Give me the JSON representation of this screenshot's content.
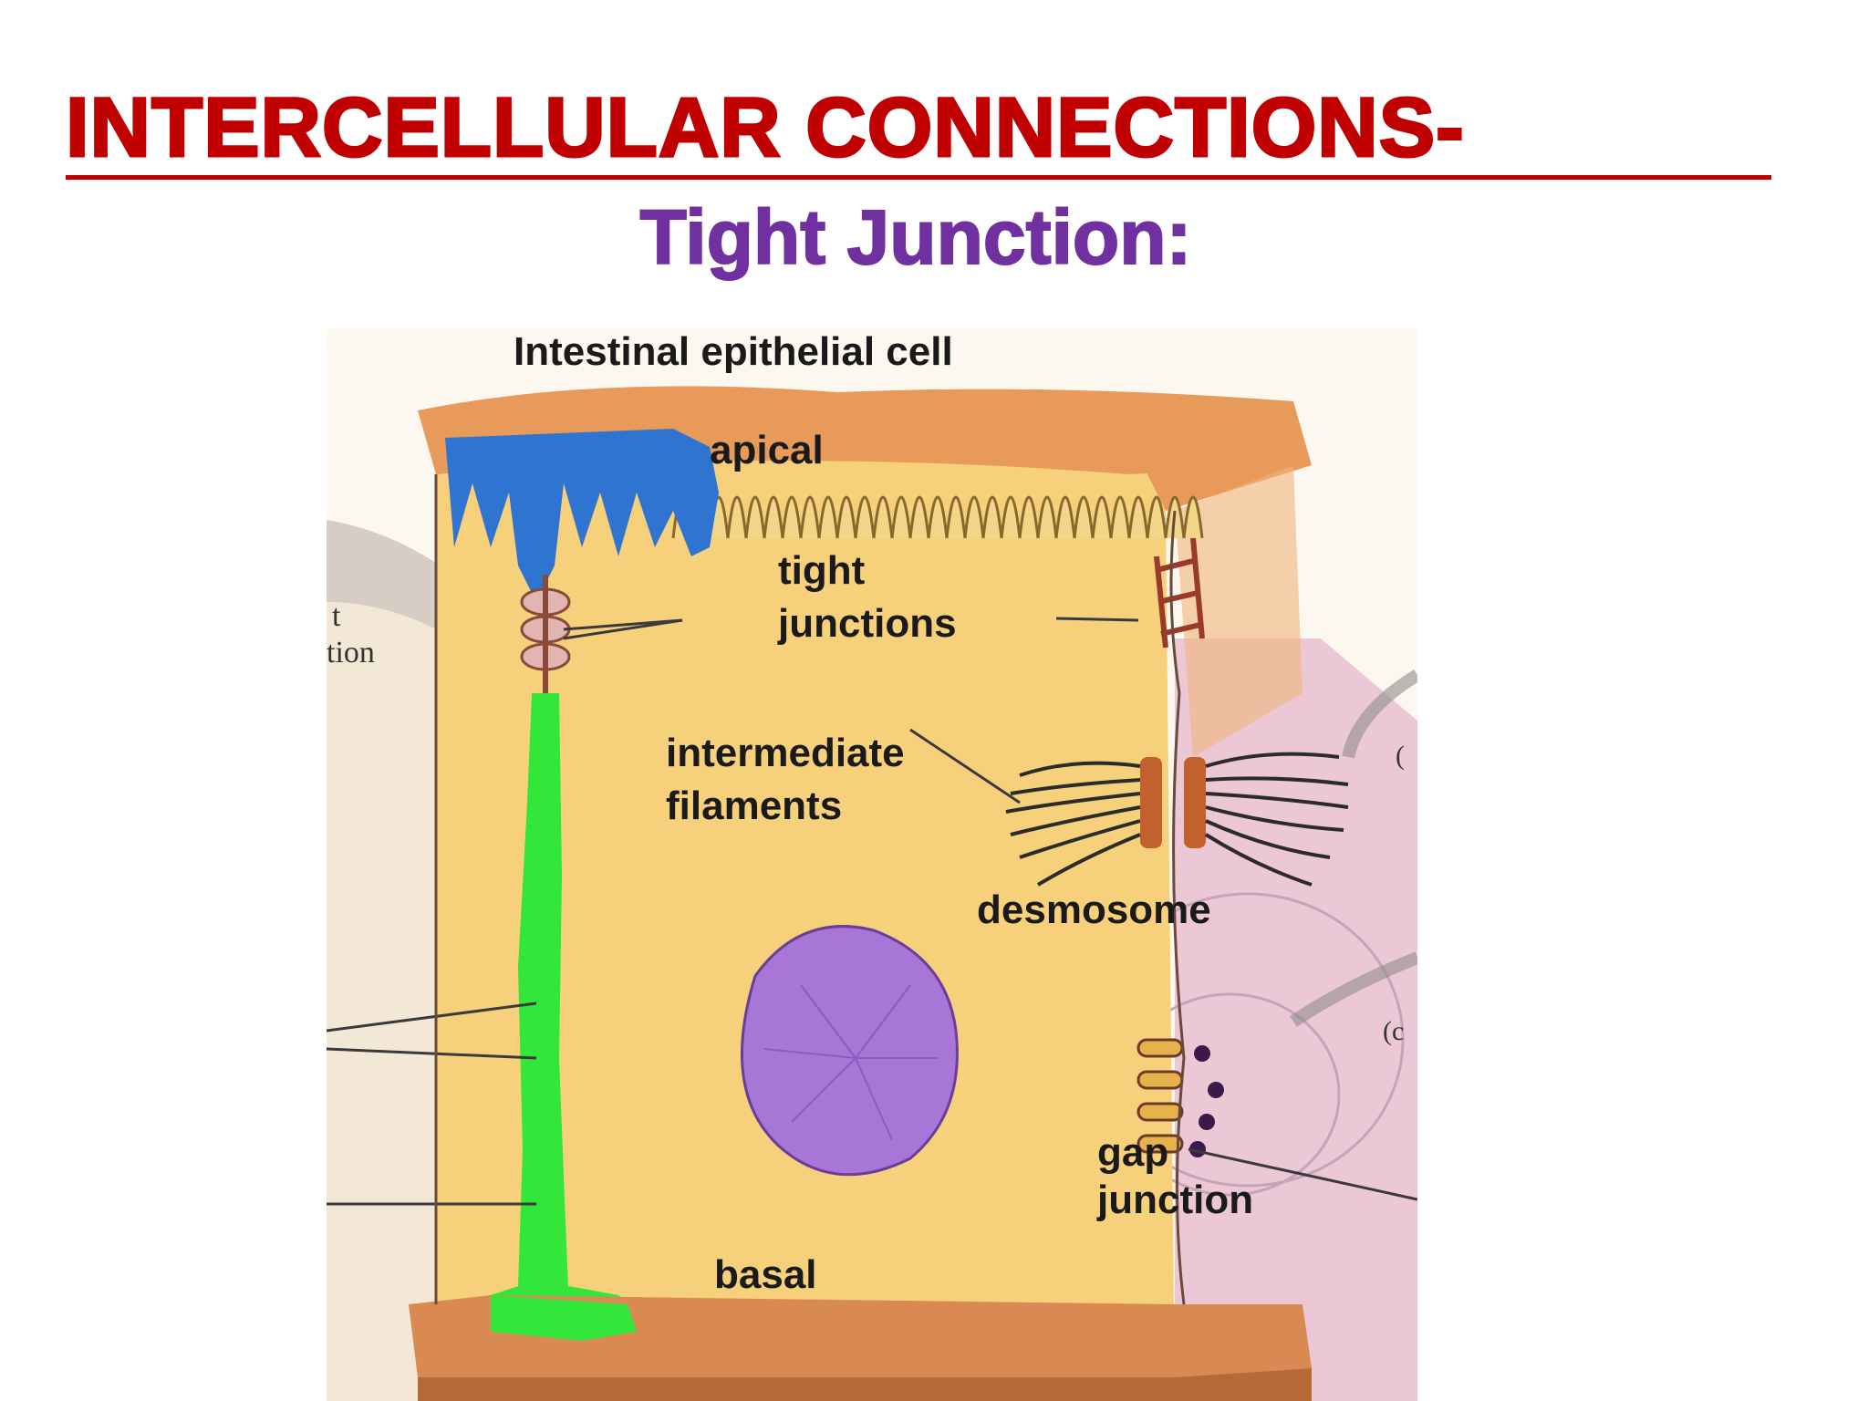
{
  "slide": {
    "title": "INTERCELLULAR CONNECTIONS-",
    "subtitle": "Tight Junction:"
  },
  "figure": {
    "caption": "Intestinal epithelial cell",
    "labels": {
      "apical": "apical",
      "tight_junctions_line1": "tight",
      "tight_junctions_line2": "junctions",
      "intermediate_line1": "intermediate",
      "intermediate_line2": "filaments",
      "desmosome": "desmosome",
      "gap_line1": "gap",
      "gap_line2": "junction",
      "basal": "basal"
    },
    "cropped_fragments": {
      "left_top": "t",
      "left_bottom": "tion",
      "right_top": "(",
      "right_bottom": "(c"
    }
  },
  "colors": {
    "title": "#c00000",
    "subtitle": "#7030a0",
    "cytoplasm": "#f7d07c",
    "apical_surface": "#e89a5a",
    "apical_highlight": "#2f74d0",
    "lateral_highlight": "#33e63a",
    "neighbor_cell": "#ecc7d6",
    "nucleus": "#a776d6",
    "basement": "#d98a52"
  }
}
